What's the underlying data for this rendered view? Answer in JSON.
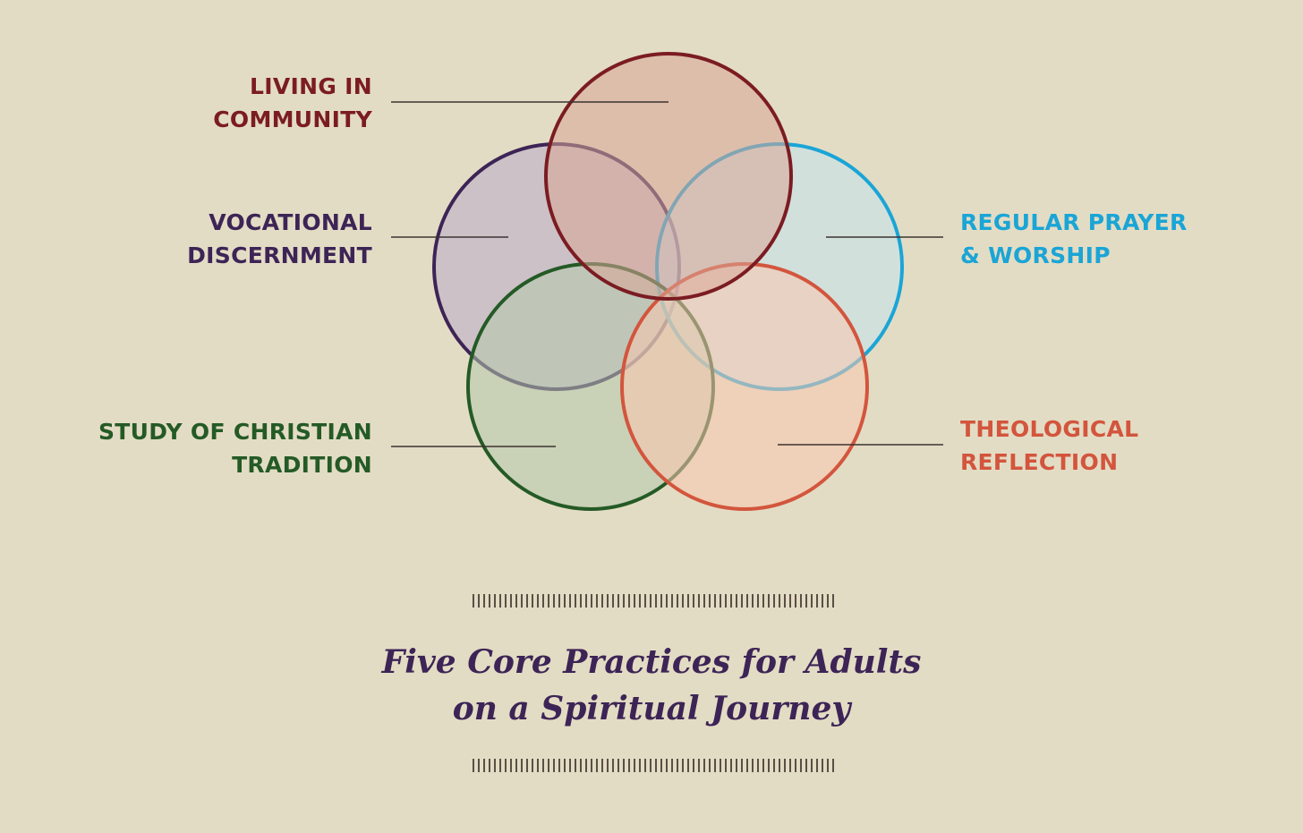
{
  "practices": [
    {
      "id": "community",
      "lines": [
        "LIVING IN",
        "COMMUNITY"
      ],
      "color": "#7b1c22",
      "fill": "#d9a597",
      "side": "left"
    },
    {
      "id": "vocational",
      "lines": [
        "VOCATIONAL",
        "DISCERNMENT"
      ],
      "color": "#3d2456",
      "fill": "#b9abc8",
      "side": "left"
    },
    {
      "id": "prayer",
      "lines": [
        "REGULAR PRAYER",
        "& WORSHIP"
      ],
      "color": "#1aa5d6",
      "fill": "#c4e3f0",
      "side": "right"
    },
    {
      "id": "tradition",
      "lines": [
        "STUDY OF CHRISTIAN",
        "TRADITION"
      ],
      "color": "#245a26",
      "fill": "#b5c9ac",
      "side": "left"
    },
    {
      "id": "theological",
      "lines": [
        "THEOLOGICAL",
        "REFLECTION"
      ],
      "color": "#d3553d",
      "fill": "#f9c6ae",
      "side": "right"
    }
  ],
  "caption": {
    "line1": "Five Core Practices for Adults",
    "line2": "on a Spiritual Journey",
    "color": "#3d2456"
  },
  "colors": {
    "background": "#e3dcc4",
    "leader_line": "#3a3430",
    "rule": "#5a4f45"
  }
}
